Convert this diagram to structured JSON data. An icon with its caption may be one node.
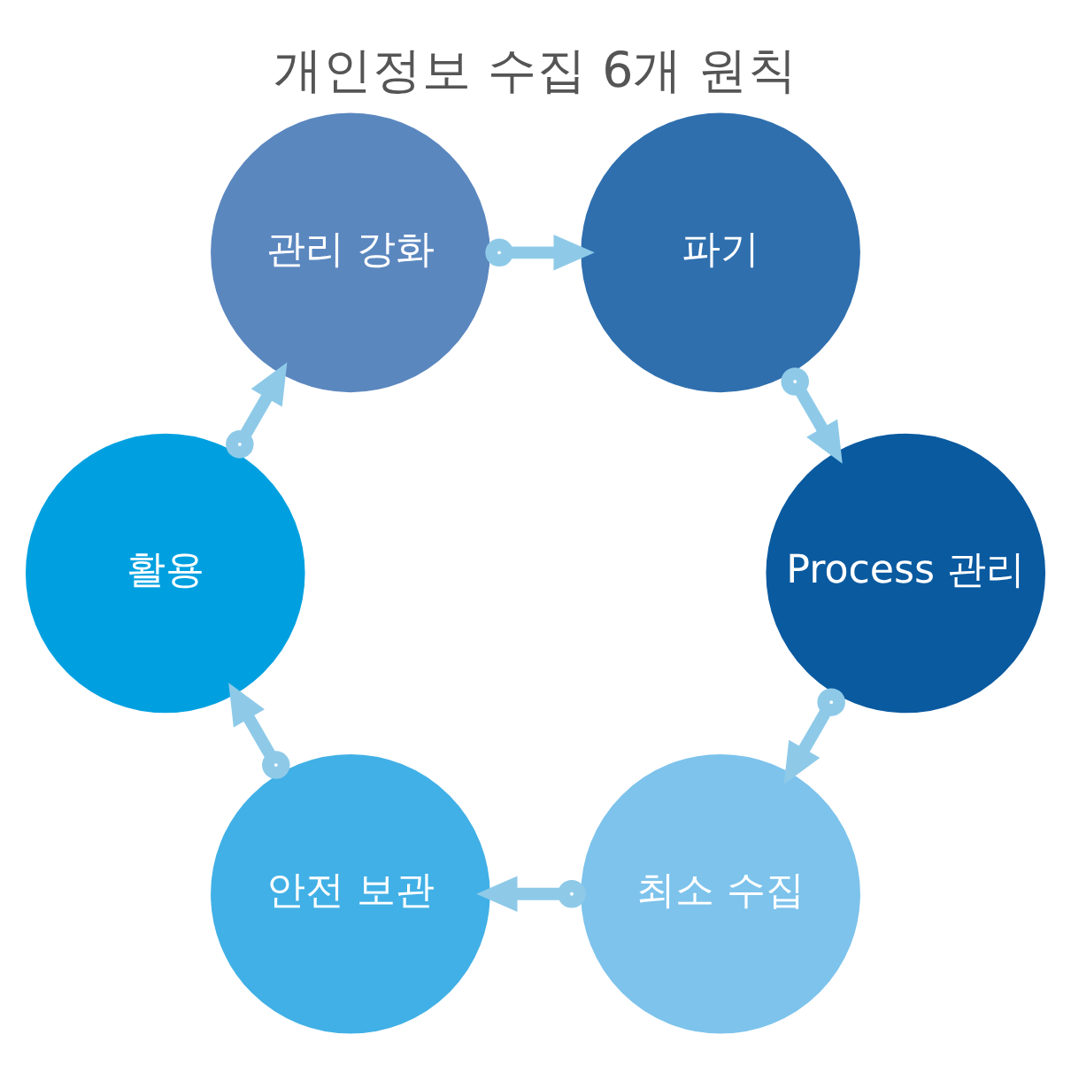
{
  "diagram": {
    "title": "개인정보 수집 6개 원칙",
    "nodes": [
      {
        "text": [
          "최소 수집"
        ]
      },
      {
        "text": [
          "안전 보관"
        ]
      },
      {
        "text": [
          "활용"
        ]
      },
      {
        "text": [
          "관리 강화"
        ]
      },
      {
        "text": [
          "파기"
        ]
      },
      {
        "text": [
          "Process 관리"
        ]
      }
    ],
    "edges": [
      {
        "from": 0,
        "to": 1,
        "arrow": "to"
      },
      {
        "from": 1,
        "to": 2,
        "arrow": "to"
      },
      {
        "from": 2,
        "to": 3,
        "arrow": "to"
      },
      {
        "from": 3,
        "to": 4,
        "arrow": "to"
      },
      {
        "from": 4,
        "to": 5,
        "arrow": "to"
      },
      {
        "from": 5,
        "to": 0,
        "arrow": "to"
      }
    ]
  }
}
